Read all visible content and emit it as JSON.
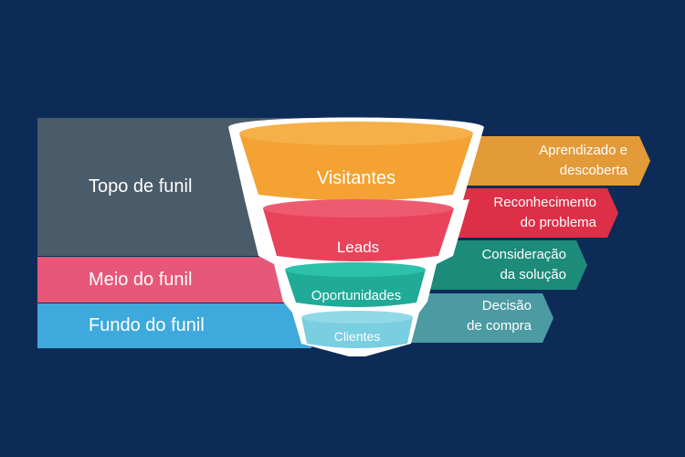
{
  "bands": {
    "top": "Topo de funil",
    "middle": "Meio do funil",
    "bottom": "Fundo do funil"
  },
  "stages": [
    {
      "label": "Visitantes",
      "color": "#f3a233"
    },
    {
      "label": "Leads",
      "color": "#e9435c"
    },
    {
      "label": "Oportunidades",
      "color": "#1fab97"
    },
    {
      "label": "Clientes",
      "color": "#79cee0"
    }
  ],
  "steps": [
    {
      "line1": "Aprendizado e",
      "line2": "descoberta",
      "color": "#e39a38"
    },
    {
      "line1": "Reconhecimento",
      "line2": "do problema",
      "color": "#dd2f47"
    },
    {
      "line1": "Consideração",
      "line2": "da solução",
      "color": "#1d8b79"
    },
    {
      "line1": "Decisão",
      "line2": "de compra",
      "color": "#4c9aa2"
    }
  ],
  "colors": {
    "background": "#0d2b57",
    "band_top": "#4a5b69",
    "band_middle": "#e75778",
    "band_bottom": "#3ea9dc"
  }
}
